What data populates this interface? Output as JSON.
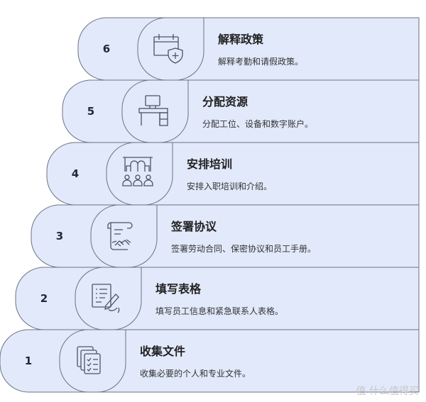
{
  "steps": [
    {
      "number": "1",
      "title": "收集文件",
      "description": "收集必要的个人和专业文件。",
      "icon": "documents-checklist-icon"
    },
    {
      "number": "2",
      "title": "填写表格",
      "description": "填写员工信息和紧急联系人表格。",
      "icon": "form-pen-icon"
    },
    {
      "number": "3",
      "title": "签署协议",
      "description": "签署劳动合同、保密协议和员工手册。",
      "icon": "scroll-handshake-icon"
    },
    {
      "number": "4",
      "title": "安排培训",
      "description": "安排入职培训和介绍。",
      "icon": "training-people-icon"
    },
    {
      "number": "5",
      "title": "分配资源",
      "description": "分配工位、设备和数字账户。",
      "icon": "desk-computer-icon"
    },
    {
      "number": "6",
      "title": "解释政策",
      "description": "解释考勤和请假政策。",
      "icon": "calendar-shield-icon"
    }
  ],
  "watermark": "值 什么值得买",
  "colors": {
    "fill": "#e2e9fb",
    "stroke": "#6b7280",
    "text": "#222222"
  }
}
